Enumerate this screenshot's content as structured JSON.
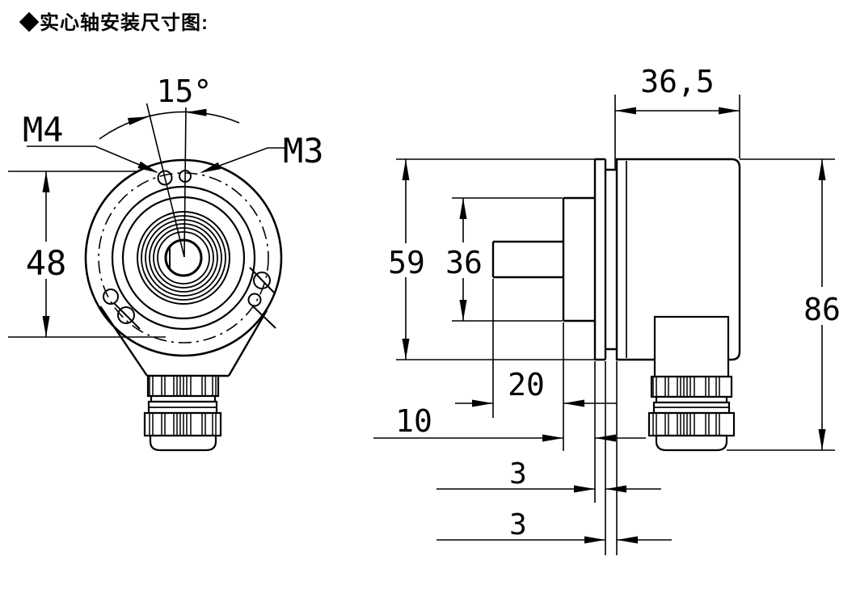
{
  "title": "◆实心轴安装尺寸图:",
  "colors": {
    "line": "#000000",
    "background": "#ffffff"
  },
  "front_view": {
    "labels": {
      "thread_left": "M4",
      "thread_right": "M3",
      "hole_angle": "15°",
      "mount_height": "48"
    }
  },
  "side_view": {
    "labels": {
      "body_depth": "36,5",
      "body_height": "59",
      "boss_diameter": "36",
      "shaft_length": "20",
      "boss_length": "10",
      "flange_thickness": "3",
      "spacer_gap": "3",
      "overall_height": "86"
    }
  }
}
